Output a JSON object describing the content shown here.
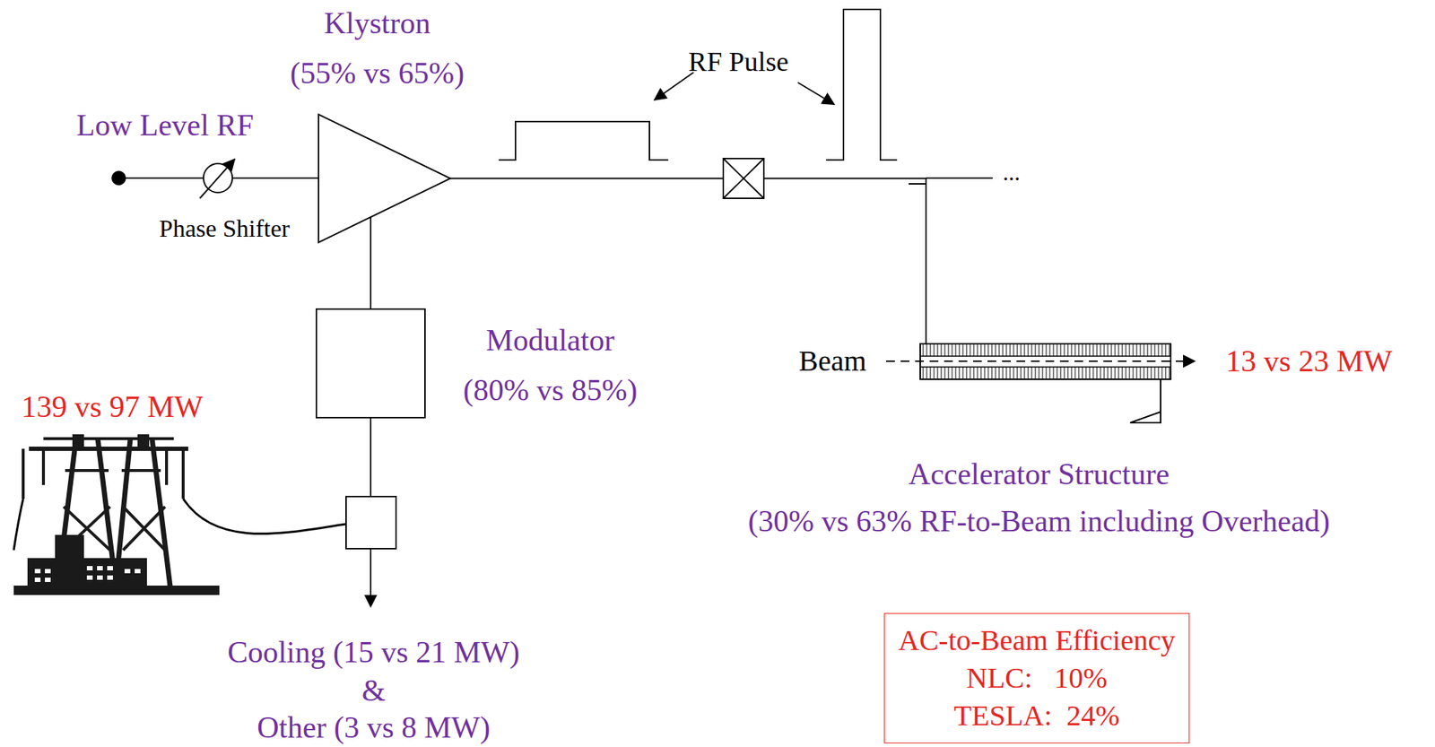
{
  "diagram": {
    "nodes": [
      {
        "text": [
          "Klystron",
          "(55% vs 65%)"
        ]
      },
      {
        "text": [
          "Modulator",
          "(80% vs 85%)"
        ]
      },
      {
        "text": [
          "Accelerator Structure",
          "(30% vs 63% RF-to-Beam including Overhead)"
        ]
      },
      {
        "text": [
          "AC-to-Beam Efficiency",
          "NLC:   10%",
          "TESLA:  24%"
        ]
      }
    ],
    "edges": [
      {
        "from": 1,
        "to": 0,
        "arrow": "none"
      },
      {
        "from": 0,
        "to": 2,
        "arrow": "none"
      }
    ],
    "labels": [
      "Low Level RF",
      "Phase Shifter",
      "RF Pulse",
      "139 vs 97 MW",
      "Beam",
      "13 vs 23 MW",
      "Cooling (15 vs 21 MW)",
      "&",
      "Other (3 vs 8 MW)",
      "..."
    ]
  }
}
